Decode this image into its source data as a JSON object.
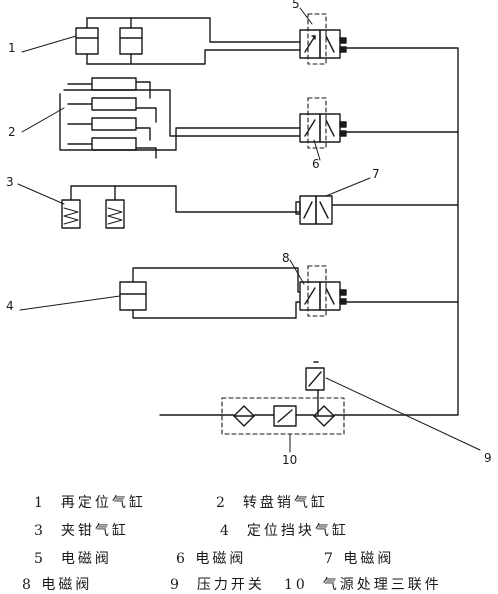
{
  "callouts": [
    "1",
    "2",
    "3",
    "4",
    "5",
    "6",
    "7",
    "8",
    "9",
    "10"
  ],
  "legend": [
    {
      "num": "1",
      "text": "再定位气缸"
    },
    {
      "num": "2",
      "text": "转盘销气缸"
    },
    {
      "num": "3",
      "text": "夹钳气缸"
    },
    {
      "num": "4",
      "text": "定位挡块气缸"
    },
    {
      "num": "5",
      "text": "电磁阀"
    },
    {
      "num": "6",
      "text": "电磁阀"
    },
    {
      "num": "7",
      "text": "电磁阀"
    },
    {
      "num": "8",
      "text": "电磁阀"
    },
    {
      "num": "9",
      "text": "压力开关"
    },
    {
      "num": "10",
      "text": "气源处理三联件"
    }
  ]
}
